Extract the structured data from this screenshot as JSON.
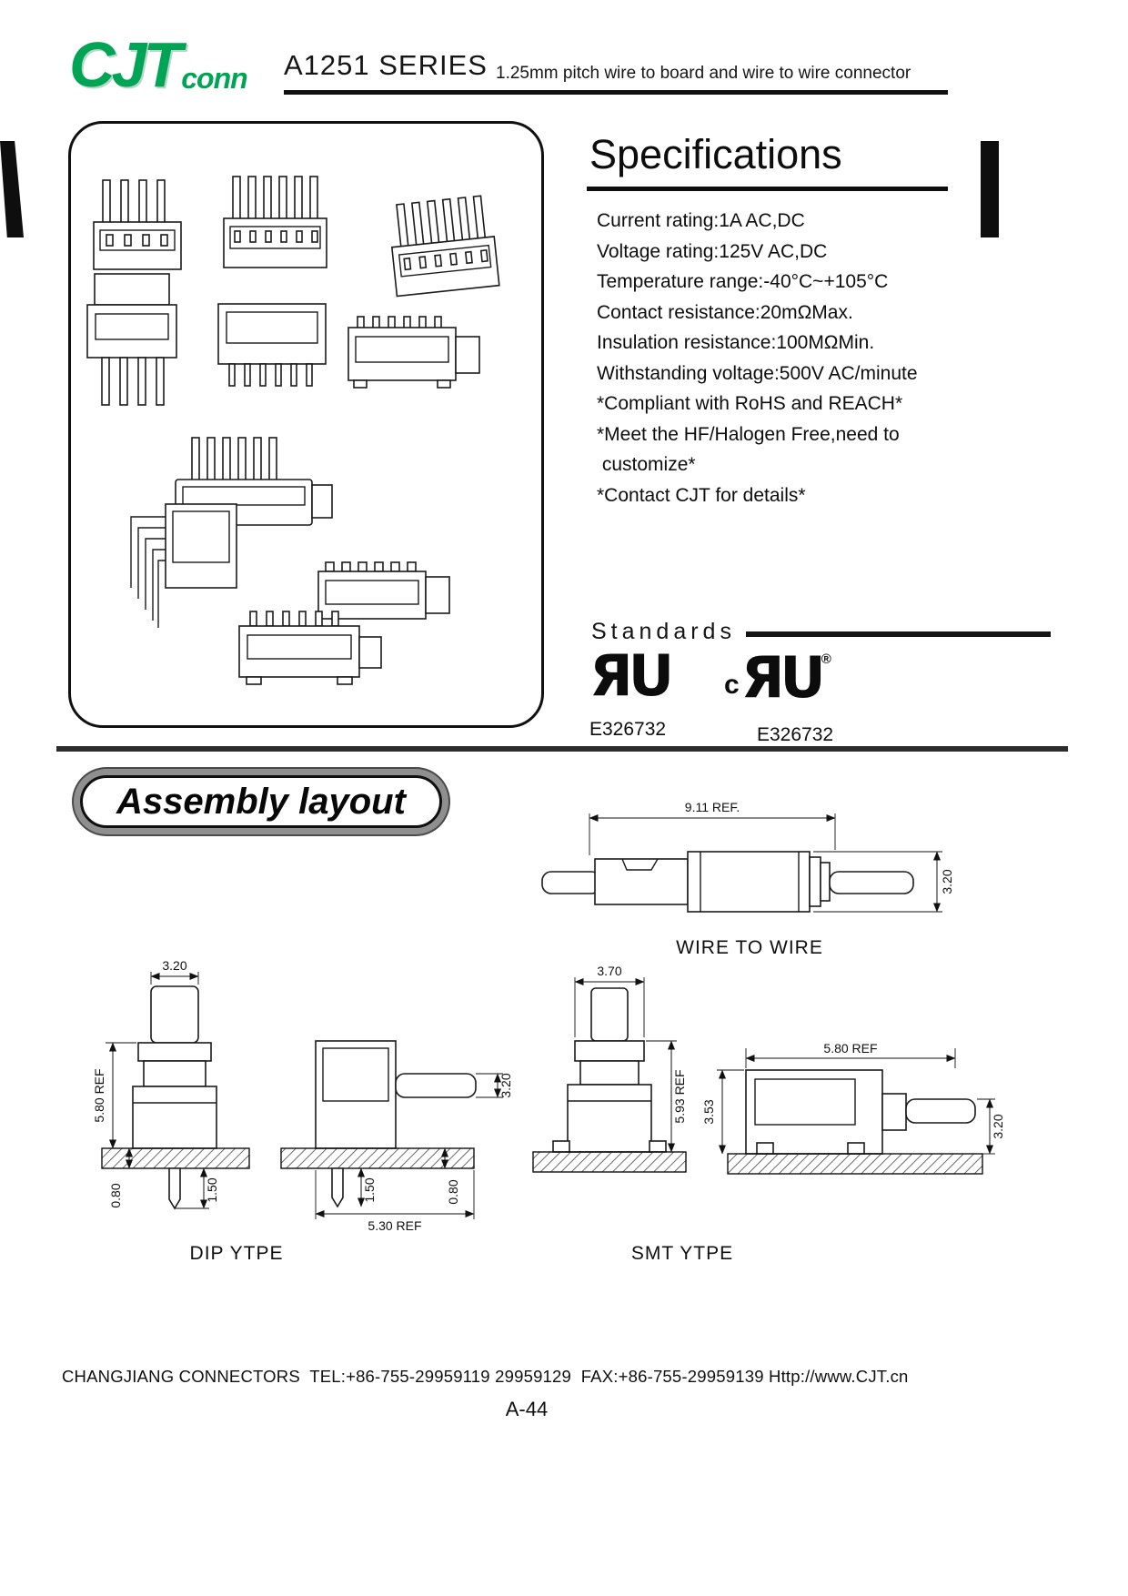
{
  "page": {
    "background": "#ffffff",
    "accent_green": "#00a455"
  },
  "header": {
    "logo_main": "CJT",
    "logo_sub": "conn",
    "series_title": "A1251 SERIES",
    "subtitle": "1.25mm pitch wire to board and wire to wire connector"
  },
  "specifications": {
    "title": "Specifications",
    "lines": [
      "Current rating:1A AC,DC",
      "Voltage rating:125V AC,DC",
      "Temperature range:-40°C~+105°C",
      "Contact resistance:20mΩMax.",
      "Insulation resistance:100MΩMin.",
      "Withstanding voltage:500V AC/minute",
      "*Compliant with RoHS and REACH*",
      "*Meet the HF/Halogen Free,need to",
      " customize*",
      "*Contact CJT for details*"
    ]
  },
  "standards": {
    "title": "Standards",
    "mark1": {
      "icon": "ul-recognized-icon",
      "letters": "ЯU",
      "code": "E326732"
    },
    "mark2": {
      "icon": "cul-recognized-icon",
      "prefix": "c",
      "letters": "ЯU",
      "registered": "®",
      "code": "E326732"
    }
  },
  "assembly": {
    "title": "Assembly layout",
    "wire_to_wire": {
      "label": "WIRE TO WIRE",
      "dim_width": "9.11 REF.",
      "dim_height": "3.20"
    },
    "dip": {
      "label": "DIP YTPE",
      "dim_top_width": "3.20",
      "dim_height": "5.80 REF",
      "dim_pcb_thickness": "0.80",
      "dim_pin_length": "1.50",
      "dim_pin_length_2": "1.50",
      "dim_pcb_thickness_2": "0.80",
      "dim_wire_height": "3.20",
      "dim_bottom_width": "5.30 REF"
    },
    "smt": {
      "label": "SMT YTPE",
      "dim_top_width": "3.70",
      "dim_height": "5.93 REF",
      "dim_body_height": "3.53",
      "dim_top_width_2": "5.80 REF",
      "dim_wire_height": "3.20"
    }
  },
  "footer": {
    "company_line": "CHANGJIANG CONNECTORS  TEL:+86-755-29959119 29959129  FAX:+86-755-29959139 Http://www.CJT.cn",
    "page_number": "A-44"
  }
}
